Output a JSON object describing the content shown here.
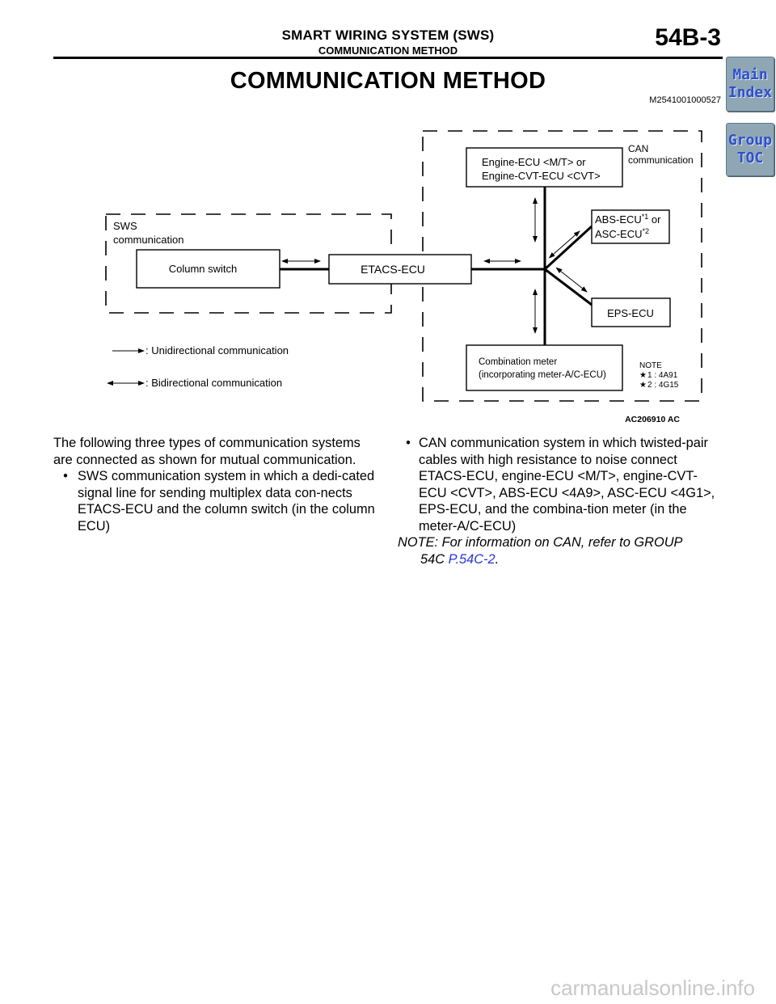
{
  "header": {
    "system_title": "SMART WIRING SYSTEM (SWS)",
    "section_sub": "COMMUNICATION METHOD",
    "page_number": "54B-3"
  },
  "nav": {
    "main_index": "Main\nIndex",
    "group_toc": "Group\nTOC"
  },
  "section": {
    "title": "COMMUNICATION METHOD",
    "code": "M2541001000527"
  },
  "diagram": {
    "sws_label_1": "SWS",
    "sws_label_2": "communication",
    "can_label_1": "CAN",
    "can_label_2": "communication",
    "column_switch": "Column switch",
    "etacs_ecu": "ETACS-ECU",
    "engine_ecu_1": "Engine-ECU <M/T> or",
    "engine_ecu_2": "Engine-CVT-ECU <CVT>",
    "abs_ecu": "ABS-ECU",
    "abs_or": " or",
    "asc_ecu": "ASC-ECU",
    "star1": "*1",
    "star2": "*2",
    "eps_ecu": "EPS-ECU",
    "comb_meter_1": "Combination meter",
    "comb_meter_2": "(incorporating meter-A/C-ECU)",
    "legend_uni": ": Unidirectional communication",
    "legend_bi": ": Bidirectional communication",
    "note_title": "NOTE",
    "note_1": "1 : 4A91",
    "note_2": "2 : 4G15",
    "figure_id": "AC206910 AC"
  },
  "body": {
    "intro": "The following three types of communication systems are connected as shown for mutual communication.",
    "bullet_1": "SWS communication system in which a dedi-cated signal line for sending multiplex data con-nects ETACS-ECU and the column switch (in the column ECU)",
    "bullet_2": "CAN communication system in which twisted-pair cables with high resistance to noise connect ETACS-ECU, engine-ECU <M/T>, engine-CVT-ECU <CVT>, ABS-ECU <4A9>, ASC-ECU <4G1>, EPS-ECU, and the combina-tion meter (in the meter-A/C-ECU)",
    "note_prefix": "NOTE: For information on CAN, refer to GROUP",
    "note_group": "54C ",
    "note_link": "P.54C-2",
    "note_end": "."
  },
  "footer": {
    "site": "carmanualsonline.info"
  }
}
